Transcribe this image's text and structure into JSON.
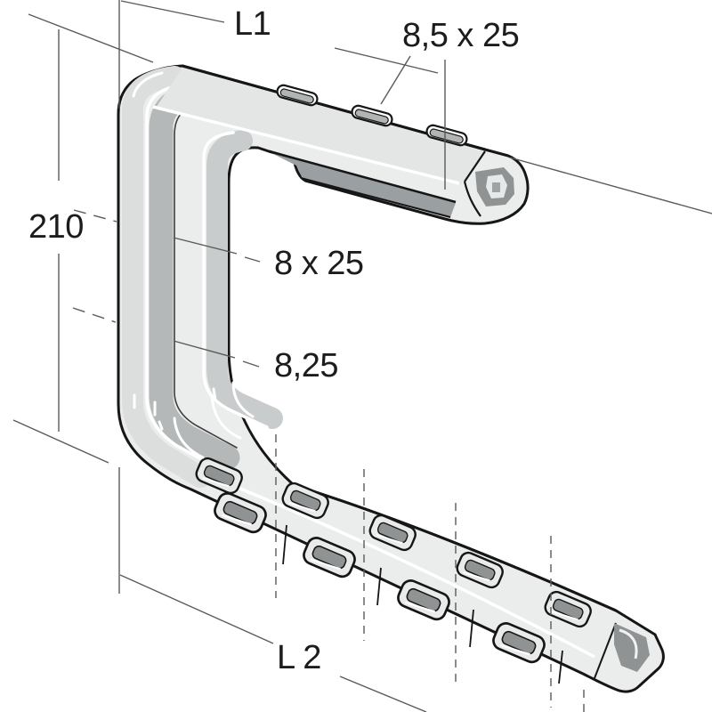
{
  "diagram": {
    "type": "technical line drawing, isometric view",
    "subject": "C-shaped mounting bracket (ceiling bracket) with slotted top arm, perforated side arm and tabbed bottom rail",
    "background_color": "#ffffff",
    "outline_color": "#161616",
    "annotation_line_color": "#5a5a5a",
    "metal_light": "#ebecec",
    "metal_medium": "#c9cccc",
    "metal_dark_band": "#b5b8b8",
    "metal_shadow": "#8f9394",
    "labels": {
      "l1": {
        "text": "L1",
        "role": "length of top arm"
      },
      "slot_top": {
        "text": "8,5 x 25",
        "role": "slot size in top arm"
      },
      "height": {
        "text": "210",
        "role": "bracket height"
      },
      "slot_side": {
        "text": "8 x 25",
        "role": "slot size in side arm"
      },
      "hole_side": {
        "text": "8,25",
        "role": "hole size in side arm"
      },
      "l2": {
        "text": "L 2",
        "role": "length of bottom rail"
      }
    },
    "features": {
      "top_arm_slot_count": 3,
      "bottom_rail_upper_tab_count": 5,
      "bottom_rail_lower_tab_count": 4,
      "dashed_pitch_line_count": 5
    }
  }
}
